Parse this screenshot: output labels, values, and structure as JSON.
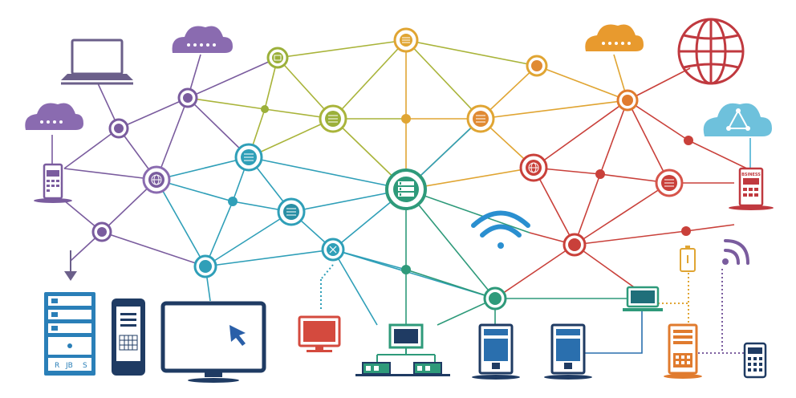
{
  "diagram": {
    "palette": {
      "purple": "#7a5c9e",
      "olive": "#9bb03a",
      "gold": "#e0a533",
      "orange": "#e07b2e",
      "red": "#c9403a",
      "teal": "#2f9fb8",
      "blue": "#2a6fae",
      "green": "#2e9a7a",
      "sky": "#6ec1dc",
      "navy": "#1f3b63"
    },
    "server_rack_labels": [
      "R",
      "JB",
      "S"
    ],
    "phone_label": "BSINESS",
    "icons": [
      "laptop-icon",
      "cloud-icon",
      "globe-icon",
      "cloud-network-icon",
      "mobile-phone-icon",
      "server-rack-icon",
      "smartphone-icon",
      "monitor-icon",
      "cursor-arrow-icon",
      "wifi-icon",
      "router-icon",
      "tower-server-icon",
      "network-switch-icon",
      "battery-icon",
      "signal-icon"
    ]
  }
}
